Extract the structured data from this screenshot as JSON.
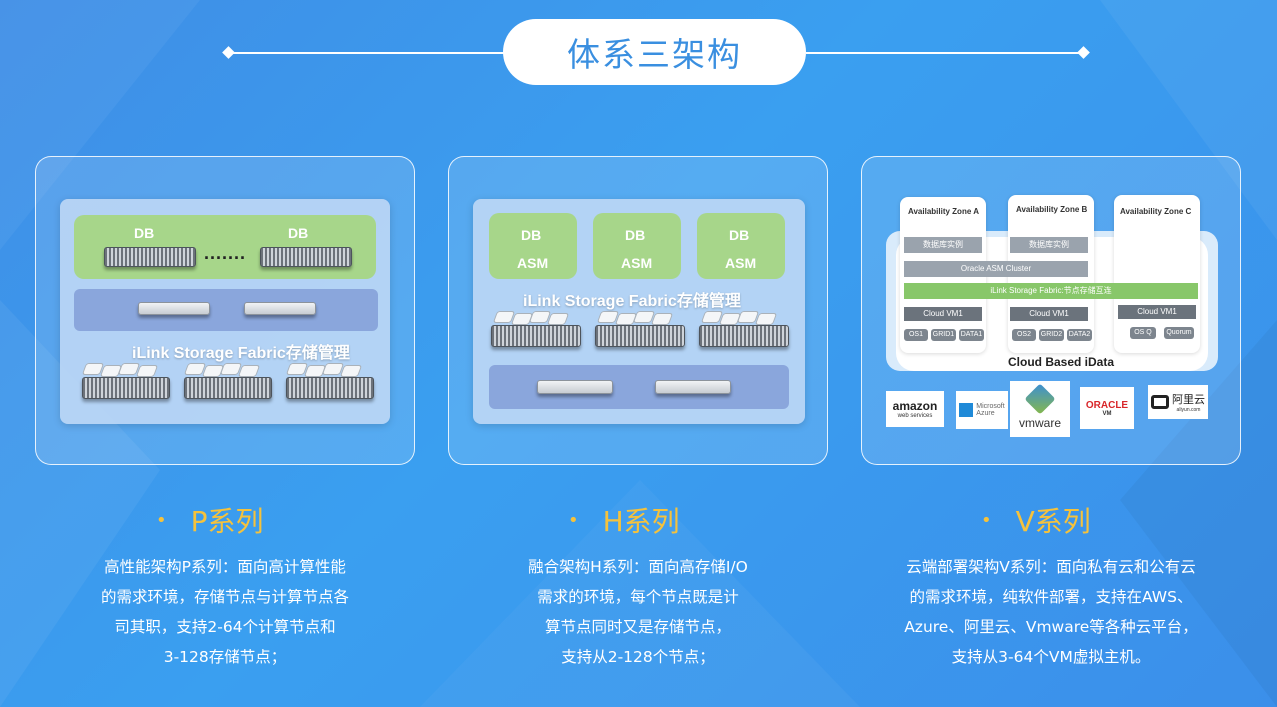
{
  "title": "体系三架构",
  "p_card": {
    "db_label": "DB",
    "dots": ".......",
    "fabric": "iLink Storage Fabric存储管理"
  },
  "h_card": {
    "db_label": "DB",
    "asm_label": "ASM",
    "fabric": "iLink Storage Fabric存储管理"
  },
  "v_card": {
    "zones": [
      "Availability Zone A",
      "Availability Zone B",
      "Availability Zone C"
    ],
    "db_instance": "数据库实例",
    "asm_cluster": "Oracle ASM Cluster",
    "fabric_bar": "iLink Storage Fabric:节点存储互连",
    "vm_a": "Cloud VM1",
    "vm_b": "Cloud VM1",
    "vm_c": "Cloud VM1",
    "chips_a": [
      "OS1",
      "GRID1",
      "DATA1"
    ],
    "chips_b": [
      "OS2",
      "GRID2",
      "DATA2"
    ],
    "chips_c": [
      "OS Q",
      "Quorum"
    ],
    "cloud_label": "Cloud Based iData",
    "logos": {
      "amazon": "amazon",
      "amazon_sub": "web services",
      "azure_1": "Microsoft",
      "azure_2": "Azure",
      "vmware": "vmware",
      "oracle": "ORACLE",
      "oracle_sub": "VM",
      "aliyun": "阿里云",
      "aliyun_sub": "aliyun.com"
    }
  },
  "series": [
    {
      "name": "P系列",
      "lines": [
        "高性能架构P系列：面向高计算性能",
        "的需求环境，存储节点与计算节点各",
        "司其职，支持2-64个计算节点和",
        "3-128存储节点；"
      ]
    },
    {
      "name": "H系列",
      "lines": [
        "融合架构H系列：面向高存储I/O",
        "需求的环境，每个节点既是计",
        "算节点同时又是存储节点，",
        "支持从2-128个节点；"
      ]
    },
    {
      "name": "V系列",
      "lines": [
        "云端部署架构V系列：面向私有云和公有云",
        "的需求环境，纯软件部署，支持在AWS、",
        "Azure、阿里云、Vmware等各种云平台，",
        "支持从3-64个VM虚拟主机。"
      ]
    }
  ],
  "colors": {
    "accent": "#f5c23c",
    "title_text": "#3a8fe0",
    "db_green": "#a7d68a"
  }
}
